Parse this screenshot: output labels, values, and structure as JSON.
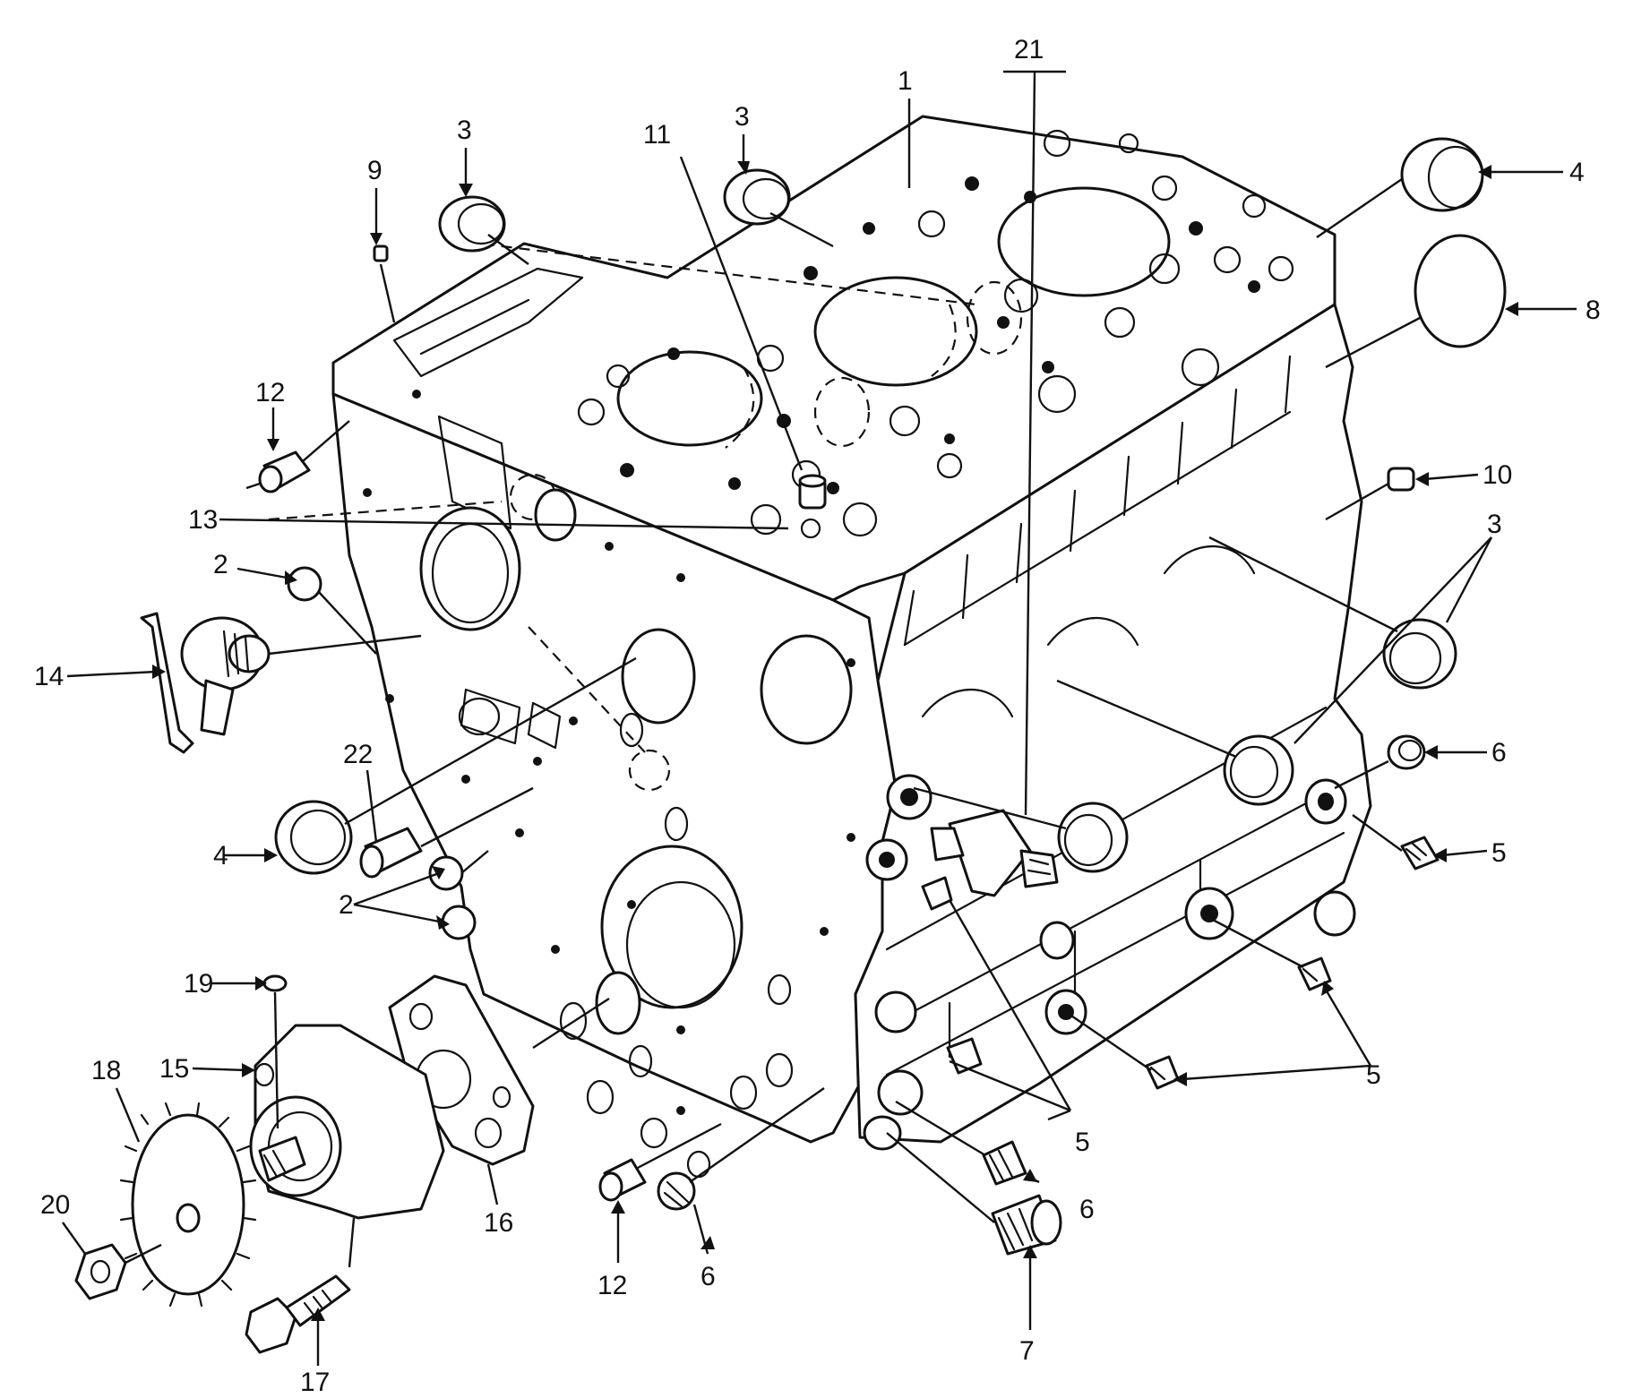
{
  "callouts": {
    "c1": "1",
    "c2a": "2",
    "c2b": "2",
    "c3a": "3",
    "c3b": "3",
    "c3c": "3",
    "c4a": "4",
    "c4b": "4",
    "c5a": "5",
    "c5b": "5",
    "c5c": "5",
    "c6a": "6",
    "c6b": "6",
    "c6c": "6",
    "c7": "7",
    "c8": "8",
    "c9": "9",
    "c10": "10",
    "c11": "11",
    "c12a": "12",
    "c12b": "12",
    "c13": "13",
    "c14": "14",
    "c15": "15",
    "c16": "16",
    "c17": "17",
    "c18": "18",
    "c19": "19",
    "c20": "20",
    "c21": "21",
    "c22": "22"
  }
}
